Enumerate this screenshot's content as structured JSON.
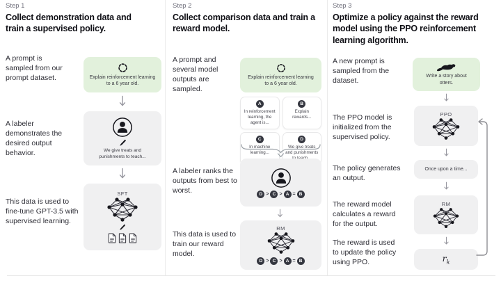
{
  "colors": {
    "prompt_box_green": "#e2f1dc",
    "model_box_gray": "#f0f0f1",
    "badge_dark": "#353740",
    "arrow_gray": "#97979f",
    "divider_gray": "#ebebeb"
  },
  "icons": {
    "sampling": "dashed-circle-icon",
    "labeler": "person-in-circle-icon",
    "write": "pencil-icon",
    "model": "neural-network-icon",
    "data": "document-stack-icon",
    "otter": "otter-silhouette-icon",
    "flow": "down-arrow-icon",
    "loop": "loop-arrow-icon",
    "group": "curly-brace-icon"
  },
  "step1": {
    "label": "Step 1",
    "title": "Collect demonstration data and train a supervised policy.",
    "caption_prompt": "A prompt is sampled from our prompt dataset.",
    "caption_labeler": "A labeler demonstrates the desired output behavior.",
    "caption_finetune": "This data is used to fine-tune GPT-3.5 with supervised learning.",
    "prompt_box_text": "Explain reinforcement learning to a 6 year old.",
    "labeler_box_text": "We give treats and punishments to teach...",
    "sft_label": "SFT"
  },
  "step2": {
    "label": "Step 2",
    "title": "Collect comparison data and train a reward model.",
    "caption_sampled": "A prompt and several model outputs are sampled.",
    "caption_ranks": "A labeler ranks the outputs from best to worst.",
    "caption_train": "This data is used to train our reward model.",
    "prompt_box_text": "Explain reinforcement learning to a 6 year old.",
    "outputs": [
      {
        "letter": "A",
        "text": "In reinforcement learning, the agent is..."
      },
      {
        "letter": "B",
        "text": "Explain rewards..."
      },
      {
        "letter": "C",
        "text": "In machine learning..."
      },
      {
        "letter": "D",
        "text": "We give treats and punishments to teach..."
      }
    ],
    "ranking": [
      "D",
      ">",
      "C",
      ">",
      "A",
      "=",
      "B"
    ],
    "rm_label": "RM"
  },
  "step3": {
    "label": "Step 3",
    "title": "Optimize a policy against the reward model using the PPO reinforcement learning algorithm.",
    "caption_new_prompt": "A new prompt is sampled from the dataset.",
    "caption_ppo_init": "The PPO model is initialized from the supervised policy.",
    "caption_generates": "The policy generates an output.",
    "caption_reward": "The reward model calculates a reward for the output.",
    "caption_update": "The reward is used to update the policy using PPO.",
    "prompt_box_text": "Write a story about otters.",
    "ppo_label": "PPO",
    "output_box_text": "Once upon a time...",
    "rm_label": "RM",
    "reward_symbol": "r",
    "reward_subscript": "k"
  }
}
